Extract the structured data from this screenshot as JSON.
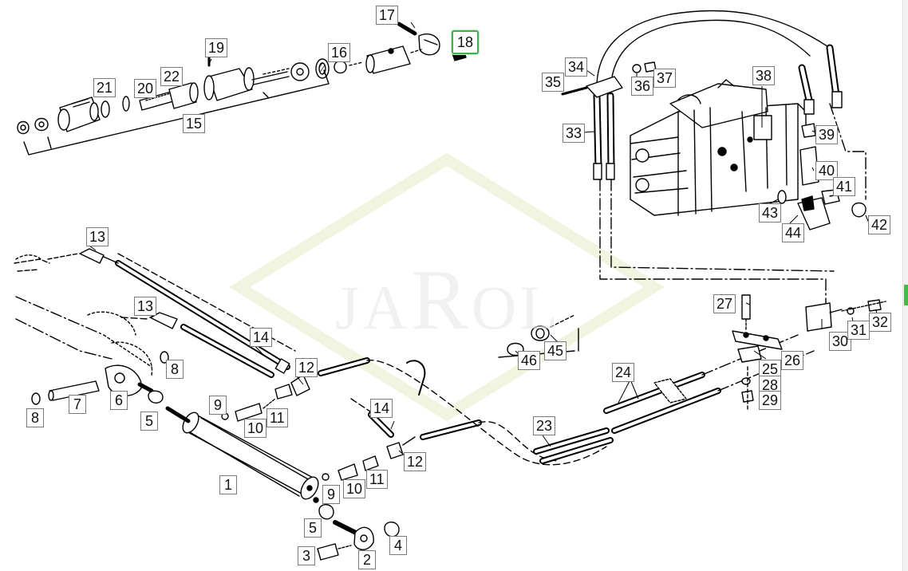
{
  "watermark": {
    "text_pre": "JA",
    "text_big": "R",
    "text_post": "OL"
  },
  "selected_part": "18",
  "accent_color": "#3bb54a",
  "parts": [
    "1",
    "2",
    "3",
    "4",
    "5",
    "5",
    "6",
    "7",
    "8",
    "8",
    "9",
    "9",
    "10",
    "10",
    "11",
    "11",
    "12",
    "12",
    "13",
    "13",
    "14",
    "14",
    "15",
    "16",
    "17",
    "18",
    "19",
    "20",
    "21",
    "22",
    "23",
    "24",
    "25",
    "26",
    "27",
    "28",
    "29",
    "30",
    "31",
    "32",
    "33",
    "34",
    "35",
    "36",
    "37",
    "38",
    "39",
    "40",
    "41",
    "42",
    "43",
    "44",
    "45",
    "46"
  ]
}
